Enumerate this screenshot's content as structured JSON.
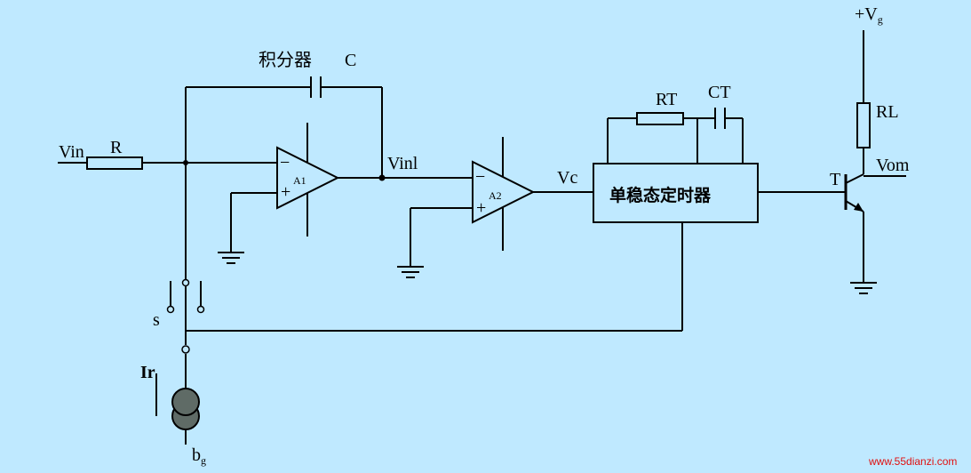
{
  "labels": {
    "integrator": "积分器",
    "c": "C",
    "vin": "Vin",
    "r": "R",
    "a1": "A1",
    "vin1": "Vinl",
    "a2": "A2",
    "vc": "Vc",
    "rt": "RT",
    "ct": "CT",
    "timer": "单稳态定时器",
    "vg_prefix": "+V",
    "vg_sub": "g",
    "rl": "RL",
    "vom": "Vom",
    "t": "T",
    "s": "s",
    "ir": "Ir",
    "bg_prefix": "b",
    "bg_sub": "g",
    "minus": "−",
    "plus": "+"
  },
  "watermark": "www.55dianzi.com",
  "colors": {
    "background": "#bfe9ff",
    "wire": "#000000",
    "source_fill": "#5f6b66",
    "watermark": "#e01010"
  }
}
